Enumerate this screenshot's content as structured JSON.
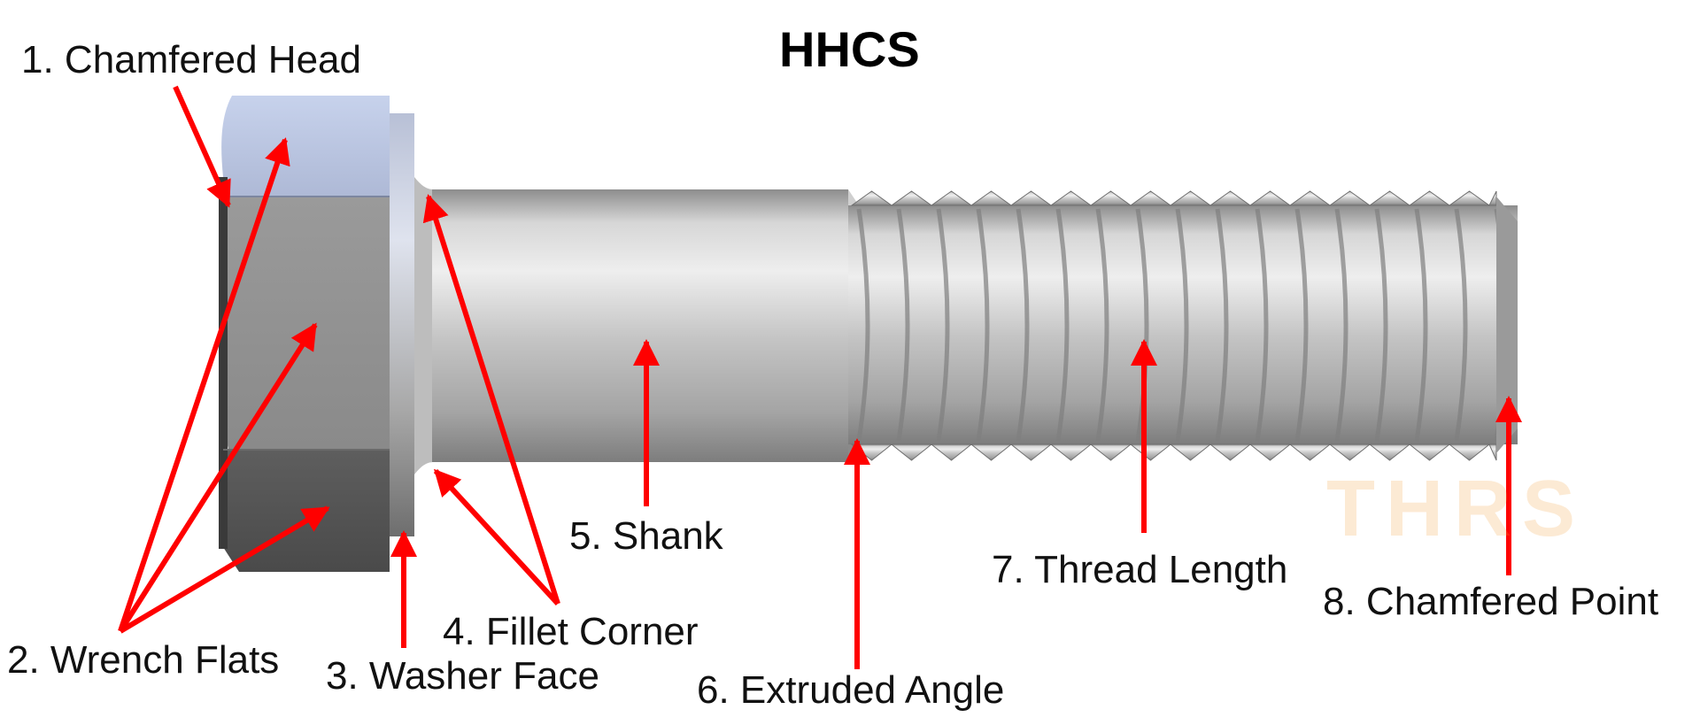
{
  "title": "HHCS",
  "watermark": {
    "text": "THRS",
    "color": "#f4a340"
  },
  "colors": {
    "arrow": "#ff0000"
  },
  "labels": {
    "chamfered_head": "1. Chamfered Head",
    "wrench_flats": "2. Wrench Flats",
    "washer_face": "3. Washer Face",
    "fillet_corner": "4. Fillet Corner",
    "shank": "5. Shank",
    "extruded_angle": "6. Extruded Angle",
    "thread_length": "7. Thread Length",
    "chamfered_point": "8. Chamfered Point"
  }
}
